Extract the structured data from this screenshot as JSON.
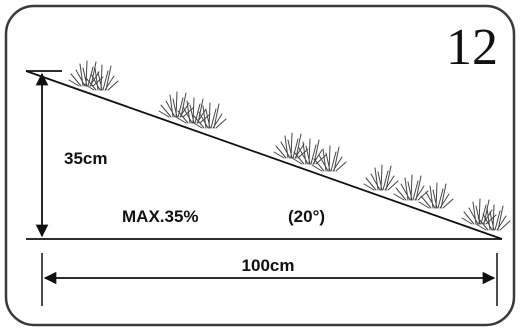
{
  "diagram": {
    "step_number": "12",
    "height_label": "35cm",
    "length_label": "100cm",
    "max_slope_label": "MAX.35%",
    "angle_label": "(20°)",
    "grass_icon": "grass-tuft-icon",
    "line_color": "#111111"
  }
}
